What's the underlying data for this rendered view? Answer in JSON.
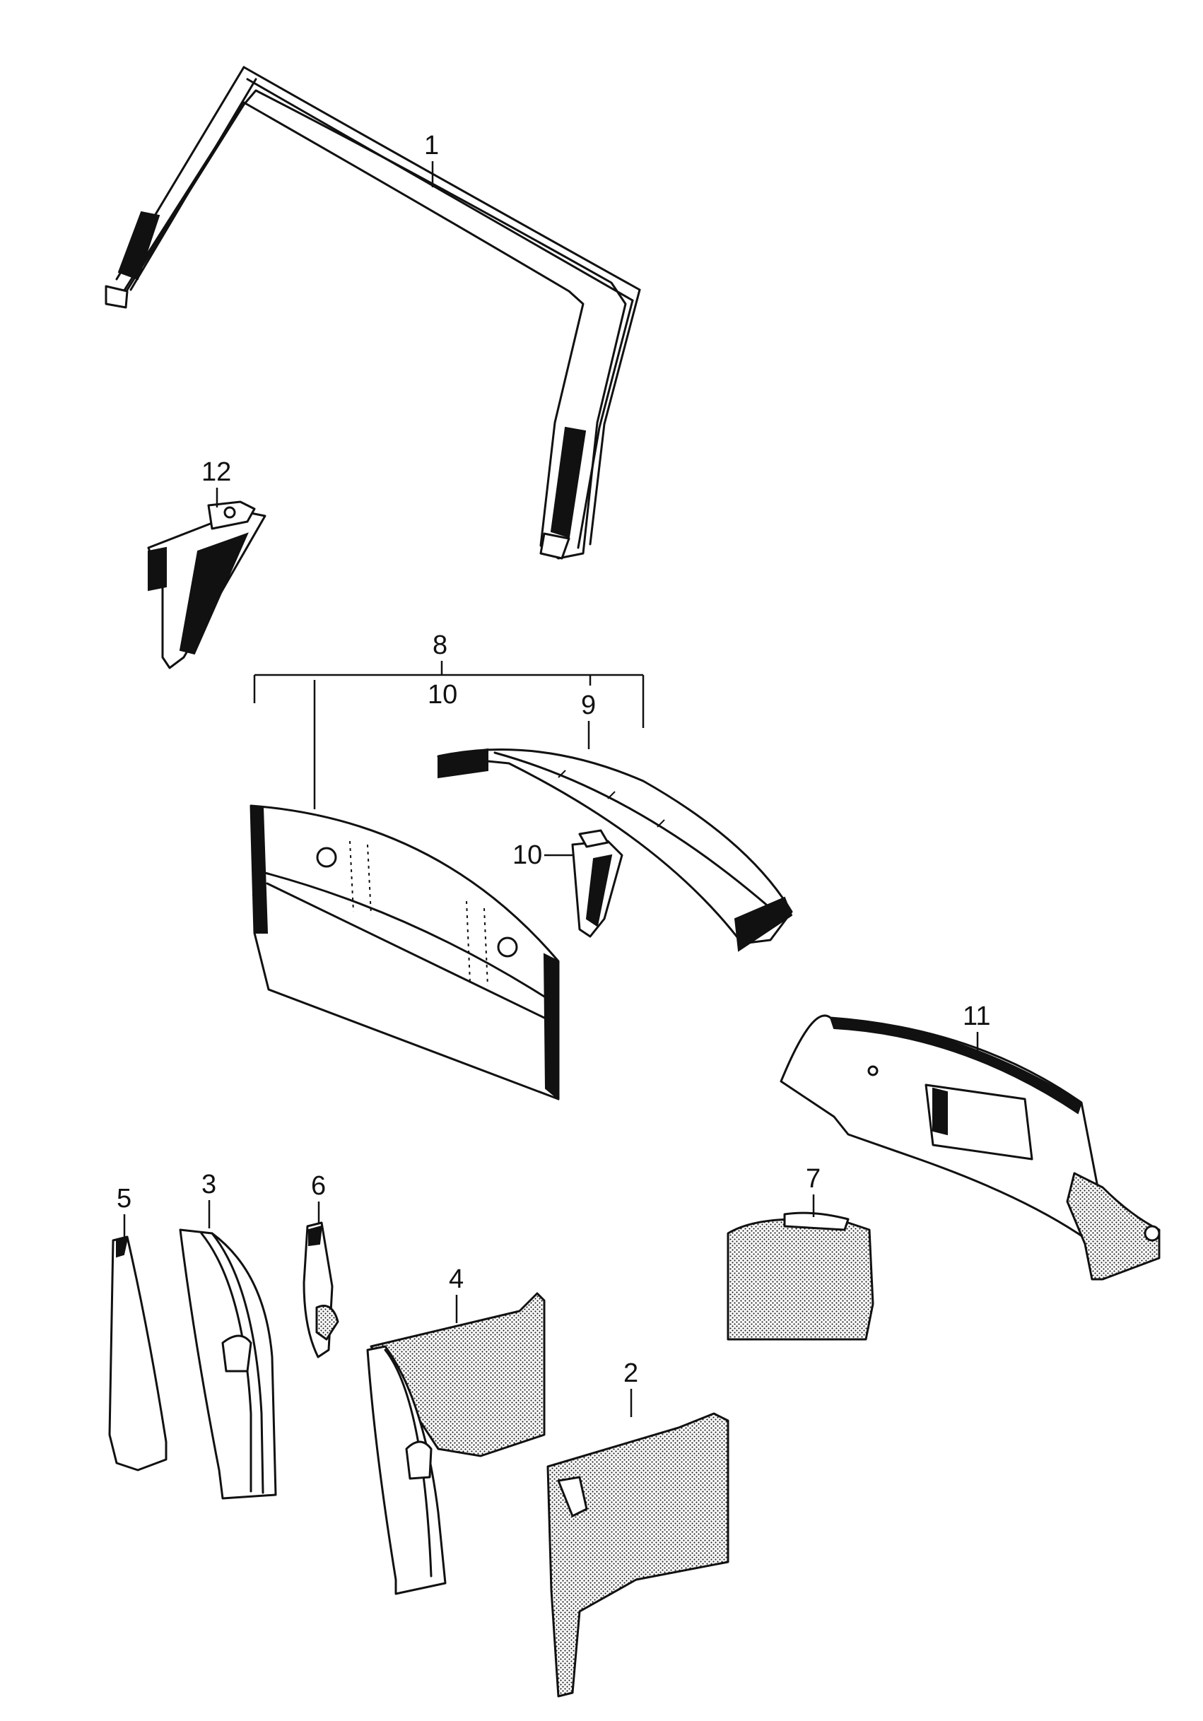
{
  "labels": {
    "p1": "1",
    "p2": "2",
    "p3": "3",
    "p4": "4",
    "p5": "5",
    "p6": "6",
    "p7": "7",
    "p8": "8",
    "p9": "9",
    "p10_bracket": "10",
    "p10": "10",
    "p11": "11",
    "p12": "12"
  },
  "colors": {
    "ink": "#111111",
    "paper": "#ffffff"
  }
}
